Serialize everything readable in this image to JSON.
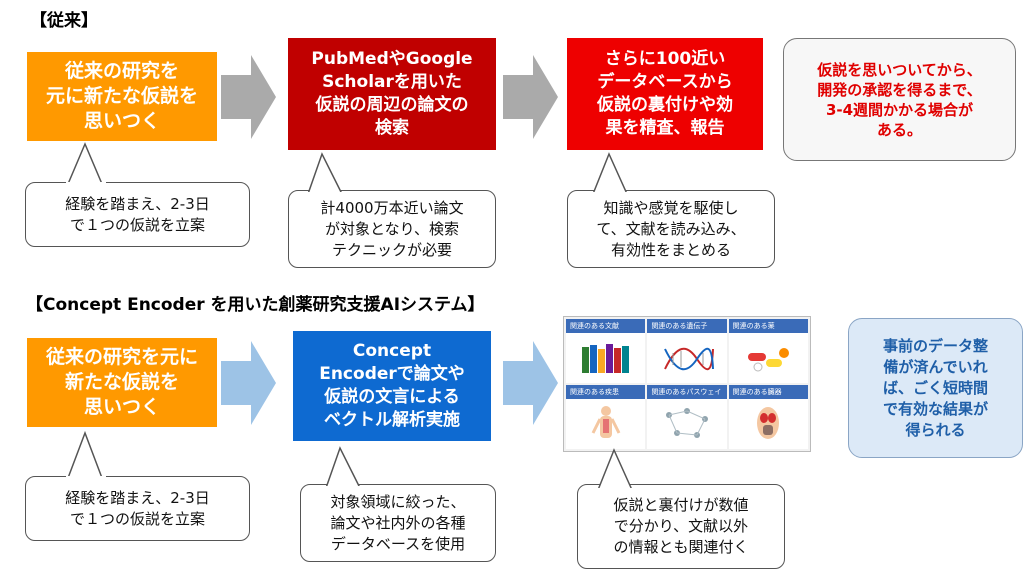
{
  "section_conventional": {
    "heading": "【従来】",
    "step1": "従来の研究を\n元に新たな仮説を\n思いつく",
    "step2": "PubMedやGoogle\nScholarを用いた\n仮説の周辺の論文の\n検索",
    "step3": "さらに100近い\nデータベースから\n仮説の裏付けや効\n果を精査、報告",
    "note": "仮説を思いついてから、\n開発の承認を得るまで、\n3-4週間かかる場合が\nある。",
    "bubble1": "経験を踏まえ、2-3日\nで１つの仮説を立案",
    "bubble2": "計4000万本近い論文\nが対象となり、検索\nテクニックが必要",
    "bubble3": "知識や感覚を駆使し\nて、文献を読み込み、\n有効性をまとめる"
  },
  "section_ai": {
    "heading": "【Concept Encoder を用いた創薬研究支援AIシステム】",
    "step1": "従来の研究を元に\n新たな仮説を\n思いつく",
    "step2": "Concept\nEncoderで論文や\n仮説の文言による\nベクトル解析実施",
    "note": "事前のデータ整\n備が済んでいれ\nば、ごく短時間\nで有効な結果が\n得られる",
    "bubble1": "経験を踏まえ、2-3日\nで１つの仮説を立案",
    "bubble2": "対象領域に絞った、\n論文や社内外の各種\nデータベースを使用",
    "bubble3": "仮説と裏付けが数値\nで分かり、文献以外\nの情報とも関連付く",
    "panel": {
      "cells": [
        {
          "label": "関連のある文献",
          "icon": "books-icon"
        },
        {
          "label": "関連のある遺伝子",
          "icon": "dna-icon"
        },
        {
          "label": "関連のある薬",
          "icon": "pills-icon"
        },
        {
          "label": "関連のある疾患",
          "icon": "body-icon"
        },
        {
          "label": "関連のあるパスウェイ",
          "icon": "pathway-icon"
        },
        {
          "label": "関連のある臓器",
          "icon": "organs-icon"
        }
      ]
    }
  },
  "colors": {
    "orange": "#ff9900",
    "dark_red": "#c00000",
    "red": "#ee0000",
    "blue": "#0e6ad1",
    "gray_arrow": "#aaaaaa",
    "blue_arrow": "#9dc3e6"
  }
}
